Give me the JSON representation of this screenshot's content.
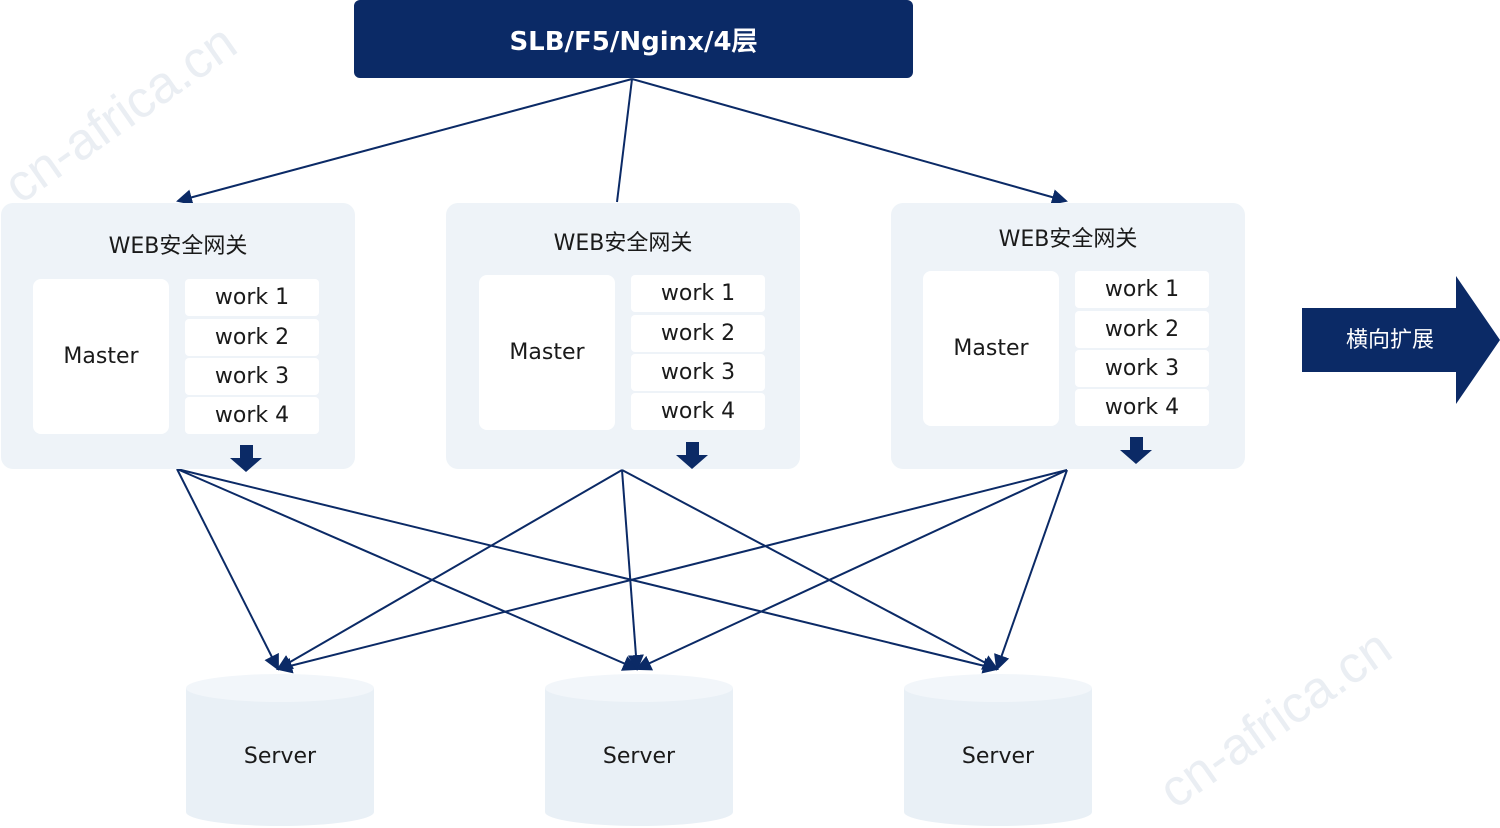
{
  "top_node": {
    "label": "SLB/F5/Nginx/4层"
  },
  "gateways": [
    {
      "title": "WEB安全网关",
      "master": "Master",
      "workers": [
        "work 1",
        "work 2",
        "work 3",
        "work 4"
      ]
    },
    {
      "title": "WEB安全网关",
      "master": "Master",
      "workers": [
        "work 1",
        "work 2",
        "work 3",
        "work 4"
      ]
    },
    {
      "title": "WEB安全网关",
      "master": "Master",
      "workers": [
        "work 1",
        "work 2",
        "work 3",
        "work 4"
      ]
    }
  ],
  "servers": [
    {
      "label": "Server"
    },
    {
      "label": "Server"
    },
    {
      "label": "Server"
    }
  ],
  "scale_out": {
    "label": "横向扩展"
  },
  "watermark": "cn-africa.cn",
  "colors": {
    "primary": "#0b2a66",
    "panel": "#eef3f8",
    "server": "#e9f0f6",
    "line": "#0b2a66"
  }
}
